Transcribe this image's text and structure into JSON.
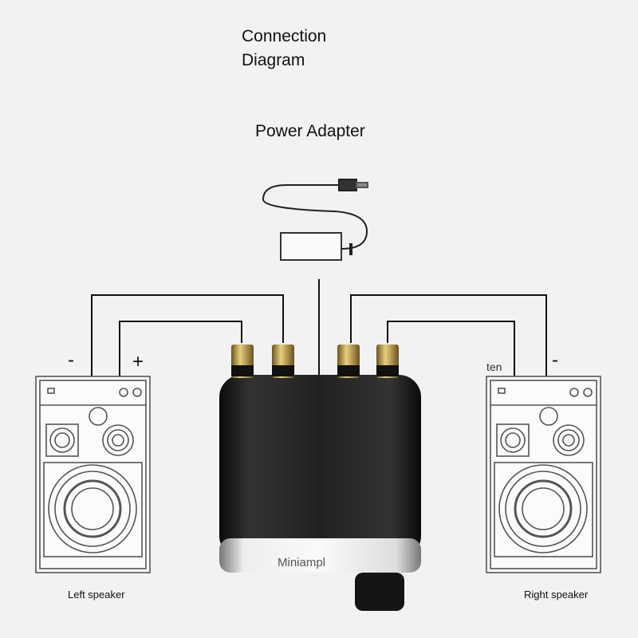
{
  "title": {
    "line1": "Connection",
    "line2": "Diagram"
  },
  "power_adapter_label": "Power Adapter",
  "left_speaker": {
    "label": "Left speaker",
    "minus": "-",
    "plus": "+"
  },
  "right_speaker": {
    "label": "Right speaker",
    "plus": "ten",
    "minus": "-"
  },
  "amplifier": {
    "brand": "Miniampl"
  },
  "colors": {
    "background": "#f2f2f2",
    "wire": "#111111",
    "amp_body": "#1a1a1a",
    "binding_post": "#b8953a"
  }
}
